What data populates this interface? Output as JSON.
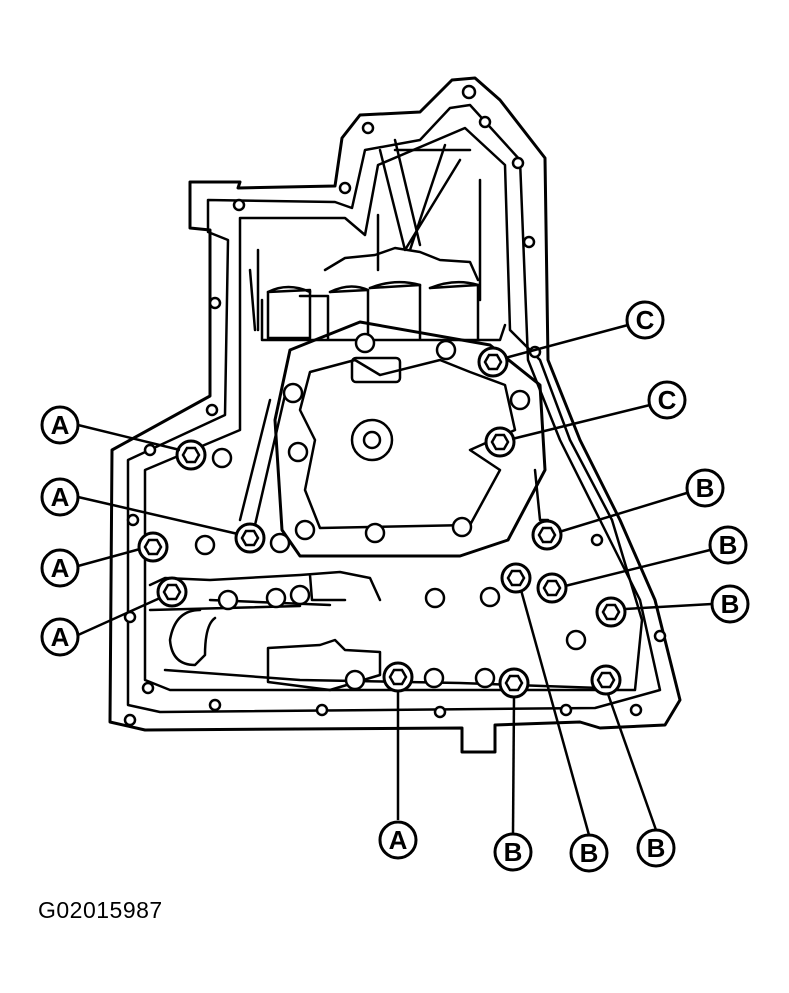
{
  "figure_id": "G02015987",
  "callouts": [
    {
      "label": "A"
    },
    {
      "label": "A"
    },
    {
      "label": "A"
    },
    {
      "label": "A"
    },
    {
      "label": "A"
    },
    {
      "label": "B"
    },
    {
      "label": "B"
    },
    {
      "label": "B"
    },
    {
      "label": "B"
    },
    {
      "label": "B"
    },
    {
      "label": "B"
    },
    {
      "label": "C"
    },
    {
      "label": "C"
    }
  ]
}
